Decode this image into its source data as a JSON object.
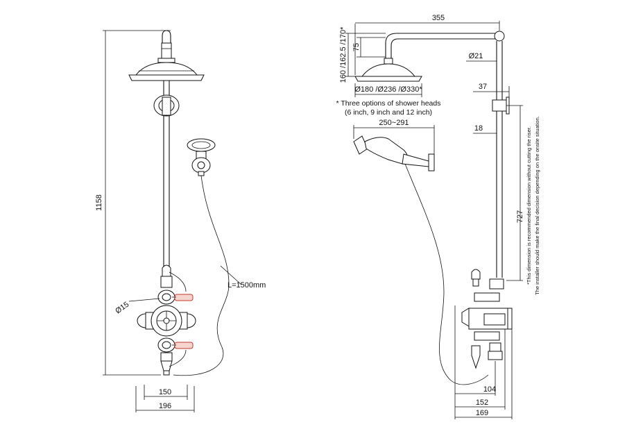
{
  "front_view": {
    "height_total": "1158",
    "hose_length": "L=1500mm",
    "outlet_diameter": "Ø15",
    "width_inner": "150",
    "width_outer": "196"
  },
  "side_view": {
    "arm_length": "355",
    "head_drop_options": "160 /162.5 /170*",
    "head_height": "75",
    "head_diameter_options": "Ø180 /Ø236 /Ø330*",
    "shower_head_note_line1": "* Three options of shower heads",
    "shower_head_note_line2": "(6 inch, 9 inch and 12 inch)",
    "riser_diameter": "Ø21",
    "bracket_offset": "37",
    "handset_range": "250~291",
    "riser_offset": "18",
    "riser_length": "727",
    "installer_note_line1": "*This dimension is recommended dimension without cutting the riser.",
    "installer_note_line2": "The installer should make the final decision depending on the onsite situation.",
    "depth_outlet": "104",
    "depth_valve": "152",
    "depth_total": "169"
  }
}
